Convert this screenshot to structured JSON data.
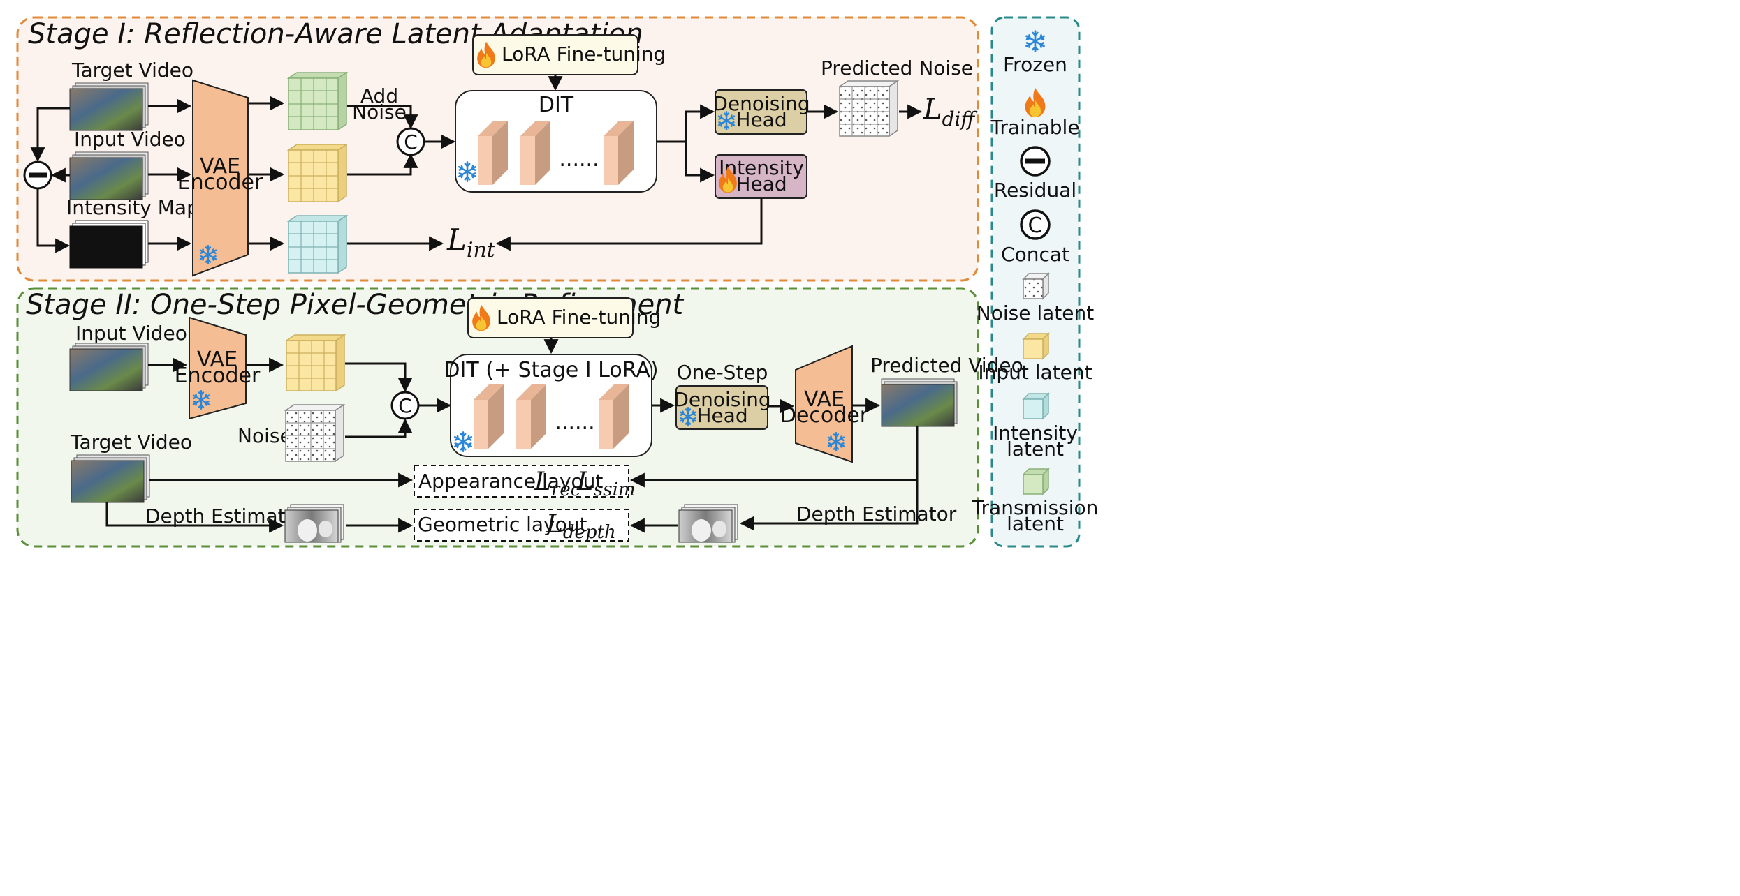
{
  "stage1": {
    "title": "Stage I: Reflection-Aware Latent Adaptation",
    "target_video": "Target Video",
    "input_video": "Input Video",
    "intensity_map": "Intensity Map",
    "vae_encoder": [
      "VAE",
      "Encoder"
    ],
    "add_noise": [
      "Add",
      "Noise"
    ],
    "lora": "LoRA Fine-tuning",
    "dit": "DIT",
    "dots": "......",
    "predicted_noise": "Predicted Noise",
    "denoising_head": [
      "Denoising",
      "Head"
    ],
    "intensity_head": [
      "Intensity",
      "Head"
    ],
    "loss_diff": [
      "L",
      "diff"
    ],
    "loss_int": [
      "L",
      "int"
    ]
  },
  "stage2": {
    "title": "Stage II: One-Step Pixel-Geometric Refinement",
    "input_video": "Input Video",
    "target_video": "Target Video",
    "noise": "Noise",
    "vae_encoder": [
      "VAE",
      "Encoder"
    ],
    "lora": "LoRA Fine-tuning",
    "dit": "DIT (+ Stage I LoRA)",
    "dots": "......",
    "one_step": "One-Step",
    "denoising_head": [
      "Denoising",
      "Head"
    ],
    "vae_decoder": [
      "VAE",
      "Decoder"
    ],
    "predicted_video": "Predicted Video",
    "appearance_layout": "Appearance layout",
    "loss_rec": [
      "L",
      "rec"
    ],
    "loss_ssim": [
      "L",
      "ssim"
    ],
    "geometric_layout": "Geometric layout",
    "loss_depth": [
      "L",
      "depth"
    ],
    "depth_estimator_left": "Depth Estimator",
    "depth_estimator_right": "Depth Estimator"
  },
  "legend": {
    "frozen": "Frozen",
    "trainable": "Trainable",
    "residual": "Residual",
    "concat": "Concat",
    "noise_latent": "Noise latent",
    "input_latent": "Input latent",
    "intensity_latent": [
      "Intensity",
      "latent"
    ],
    "transmission_latent": [
      "Transmission",
      "latent"
    ]
  },
  "symbols": {
    "concat": "C"
  },
  "colors": {
    "stage1_border": "#e08a3a",
    "stage1_fill": "#fdf3ee",
    "stage2_border": "#5a8f3a",
    "stage2_fill": "#f2f7ee",
    "legend_border": "#2a8a8a",
    "legend_fill": "#eef6f8",
    "vae": "#f4bd93",
    "lora_box": "#fdfbe8",
    "denoising_head": "#ddcfa5",
    "intensity_head": "#d6b6c6",
    "dit_block": "#f6cbaf",
    "input_latent": "#fbe6a3",
    "transmission_latent": "#d4e9c2",
    "intensity_latent": "#d6f1f1",
    "frozen": "#2a86d8",
    "flame_outer": "#f07a1a",
    "flame_inner": "#f7c531"
  }
}
